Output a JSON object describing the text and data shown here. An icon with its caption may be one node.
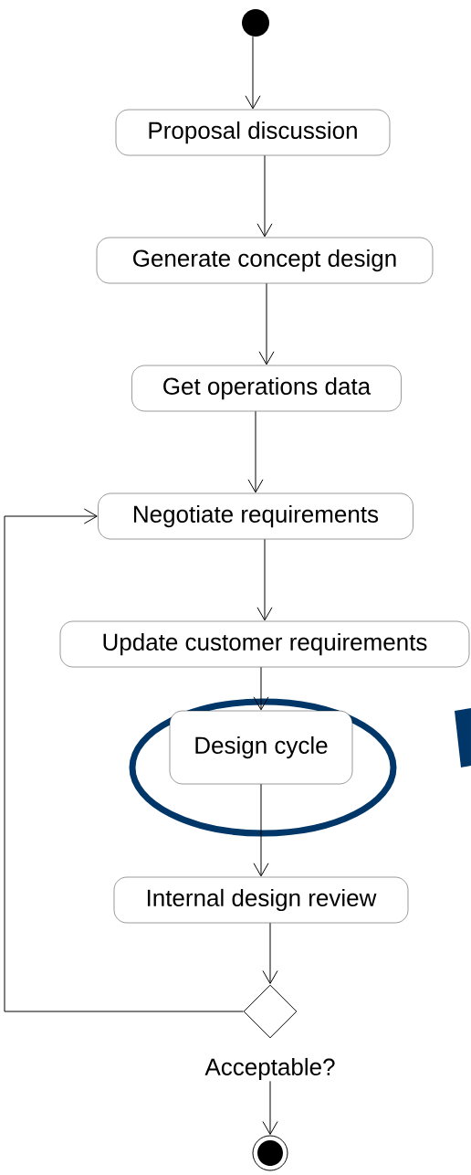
{
  "diagram": {
    "nodes": [
      {
        "text": [],
        "shape": "circle"
      },
      {
        "text": [
          "Proposal discussion"
        ]
      },
      {
        "text": [
          "Generate concept design"
        ]
      },
      {
        "text": [
          "Get operations data"
        ]
      },
      {
        "text": [
          "Negotiate requirements"
        ]
      },
      {
        "text": [
          "Update customer requirements"
        ]
      },
      {
        "text": [
          "Design cycle"
        ]
      },
      {
        "text": [
          "Internal design review"
        ]
      },
      {
        "text": [],
        "shape": "diamond",
        "beside": [
          "Acceptable?"
        ]
      },
      {
        "text": [],
        "shape": "circle"
      }
    ],
    "edges": [
      {
        "from": 0,
        "to": 1,
        "arrow": "to"
      },
      {
        "from": 1,
        "to": 2,
        "arrow": "to"
      },
      {
        "from": 2,
        "to": 3,
        "arrow": "to"
      },
      {
        "from": 3,
        "to": 4,
        "arrow": "to"
      },
      {
        "from": 4,
        "to": 5,
        "arrow": "to"
      },
      {
        "from": 5,
        "to": 6,
        "arrow": "to"
      },
      {
        "from": 6,
        "to": 7,
        "arrow": "to"
      },
      {
        "from": 7,
        "to": 8,
        "arrow": "to"
      },
      {
        "from": 8,
        "to": 4,
        "arrow": "to"
      },
      {
        "from": 8,
        "to": 9,
        "arrow": "to"
      }
    ]
  }
}
